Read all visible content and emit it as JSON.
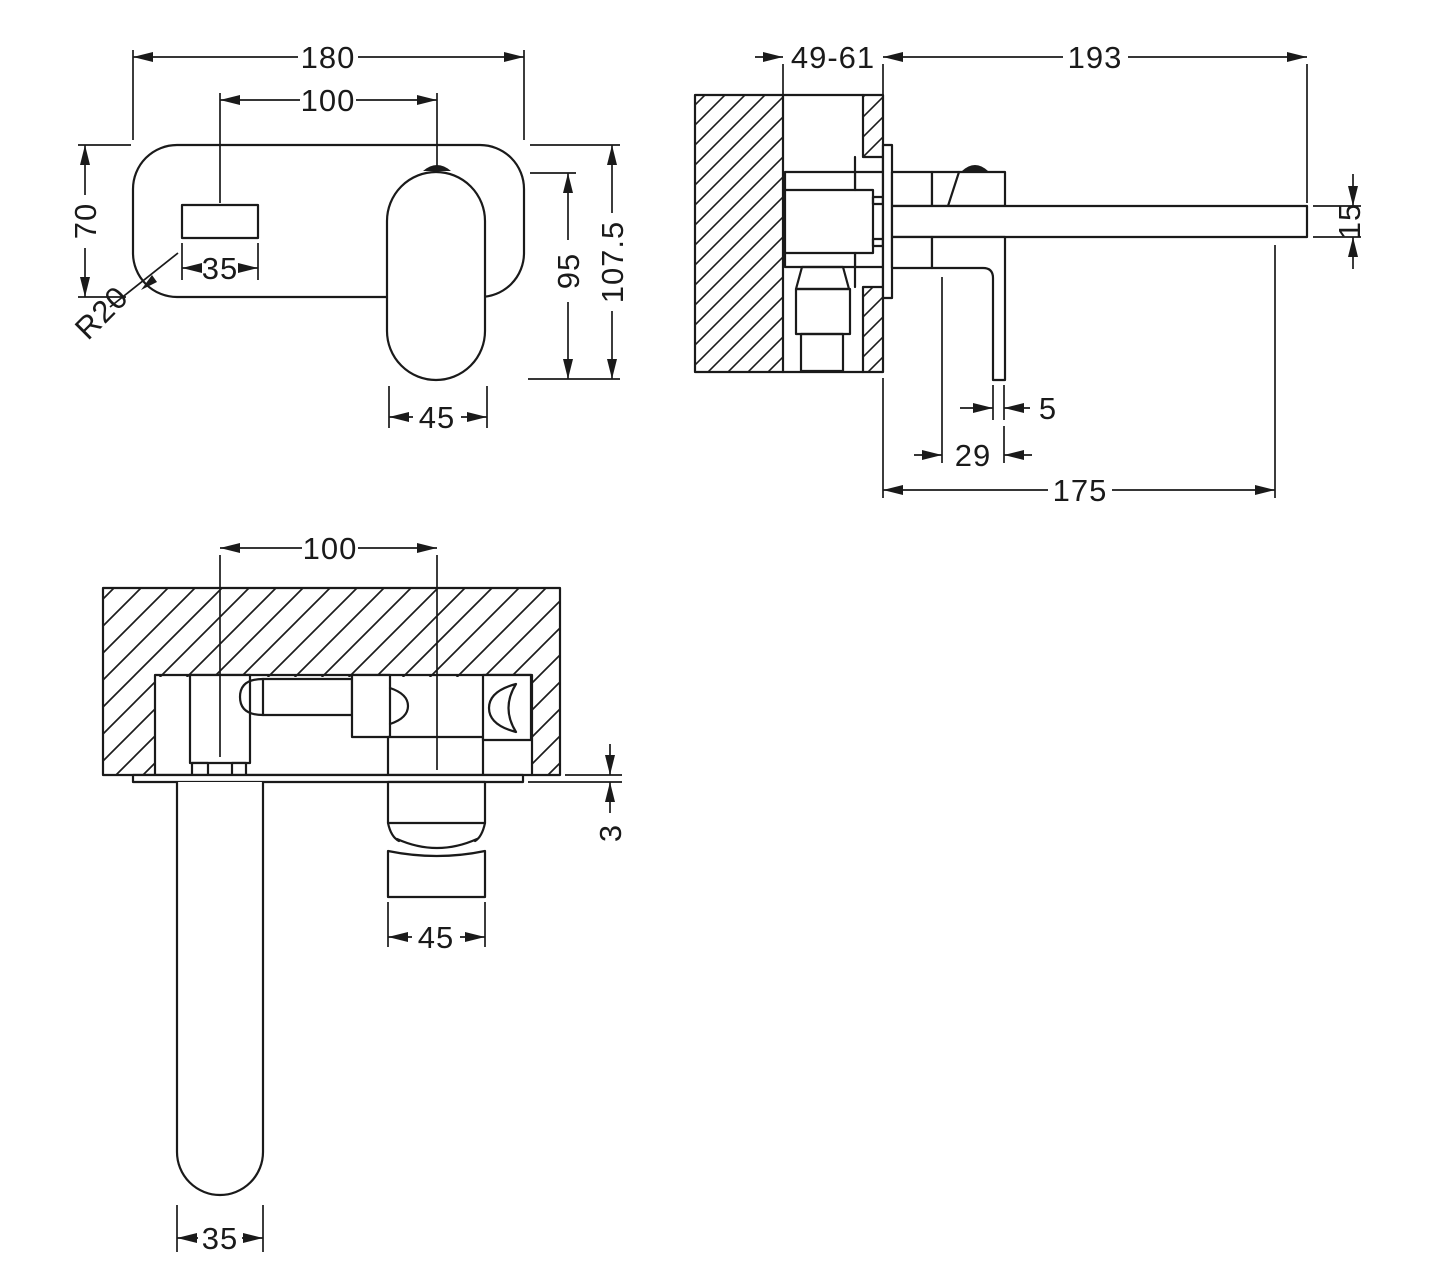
{
  "drawing": {
    "title": "wall-mounted-basin-mixer-technical-drawing",
    "line_color": "#1a1a1a",
    "background": "#ffffff",
    "dims": {
      "front_width": "180",
      "front_center_distance": "100",
      "front_height": "70",
      "front_spout_width": "35",
      "front_corner_radius": "R20",
      "front_handle_width": "45",
      "front_handle_height": "95",
      "front_total_height": "107.5",
      "side_recess_depth": "49-61",
      "side_spout_length": "193",
      "side_spout_thickness": "15",
      "side_lever_thickness": "5",
      "side_lever_offset": "29",
      "side_projection": "175",
      "plan_center_distance": "100",
      "plan_plate_thickness": "3",
      "plan_handle_width": "45",
      "plan_spout_width": "35"
    }
  }
}
